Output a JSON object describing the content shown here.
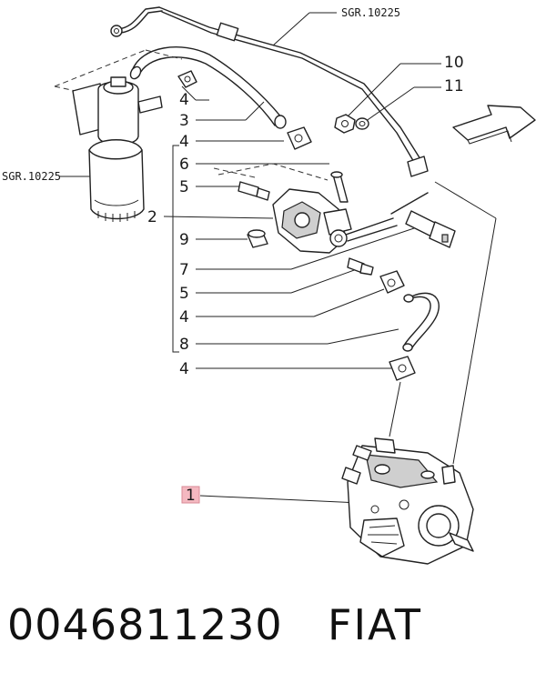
{
  "labels": {
    "sgr_top": "SGR.10225",
    "sgr_left": "SGR.10225",
    "n10": "10",
    "n11": "11",
    "n4a": "4",
    "n3": "3",
    "n4b": "4",
    "n6": "6",
    "n5a": "5",
    "n2": "2",
    "n9": "9",
    "n7": "7",
    "n5b": "5",
    "n4c": "4",
    "n8": "8",
    "n4d": "4",
    "n1": "1"
  },
  "highlight_color": "#f4b8c0",
  "footer": {
    "part_number": "0046811230",
    "brand": "FIAT"
  }
}
